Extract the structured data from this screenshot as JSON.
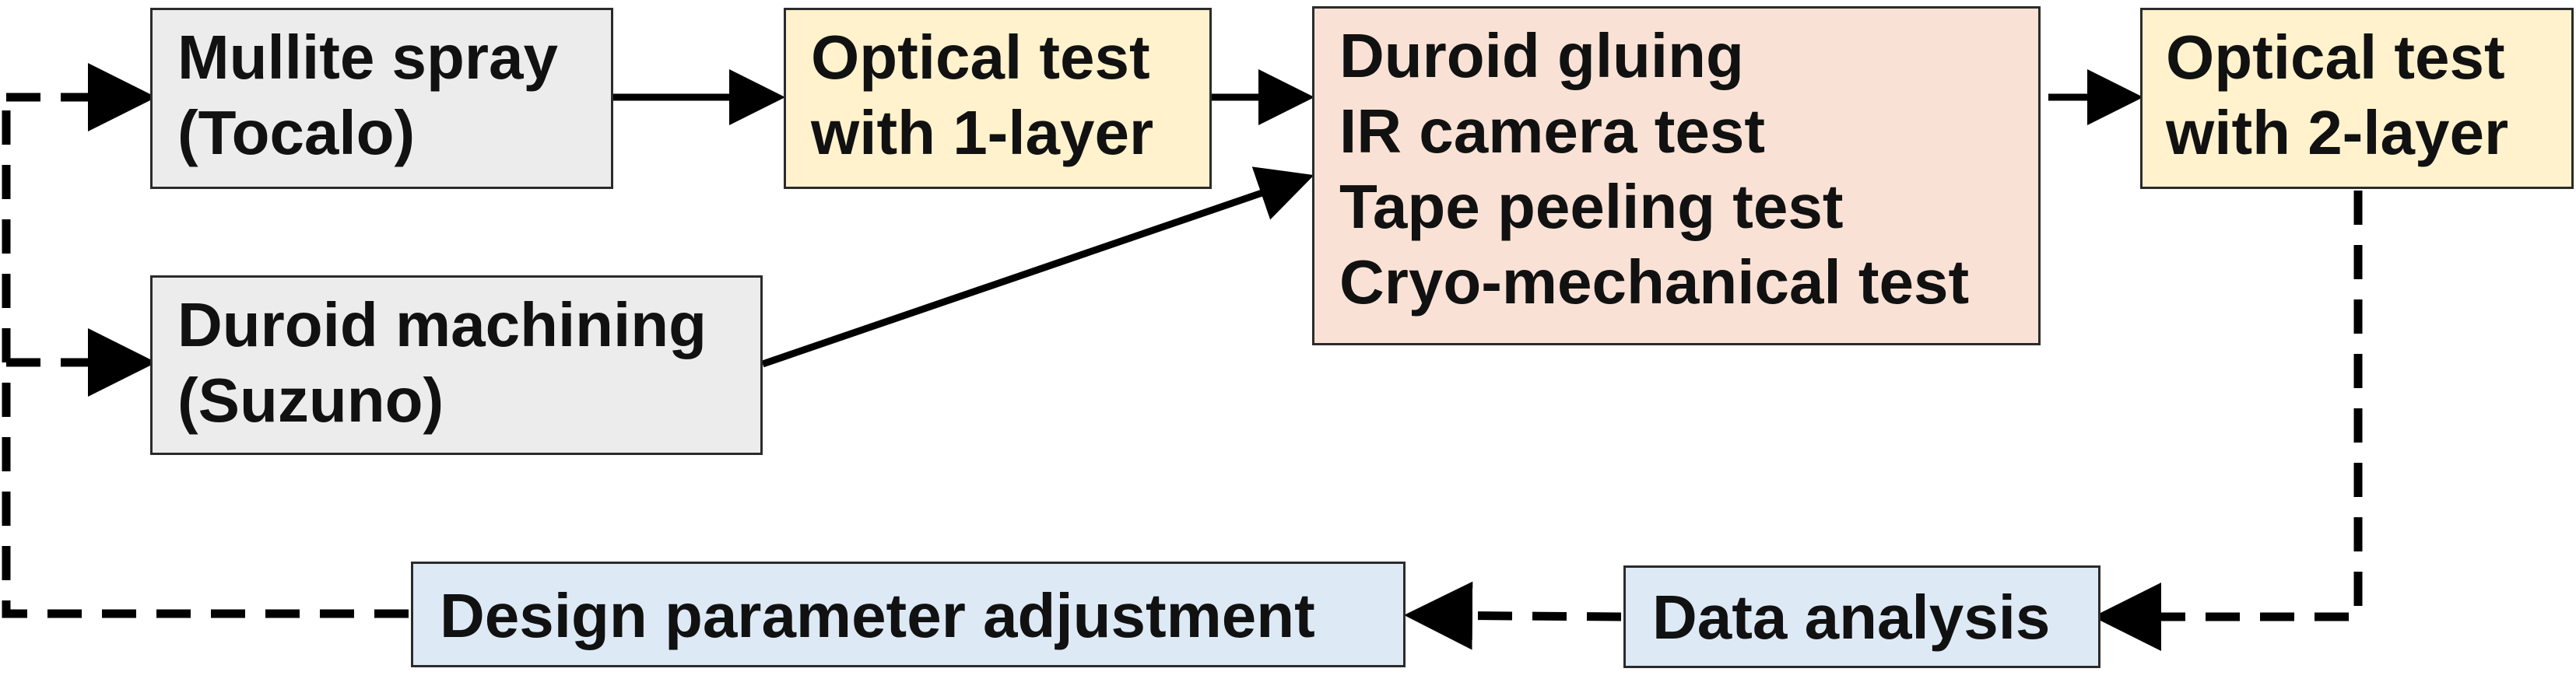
{
  "nodes": {
    "mullite_spray": [
      "Mullite spray",
      "(Tocalo)"
    ],
    "duroid_machining": [
      "Duroid machining",
      "(Suzuno)"
    ],
    "optical_test_1": [
      "Optical test",
      "with 1-layer"
    ],
    "duroid_gluing": [
      "Duroid gluing",
      "IR camera test",
      "Tape peeling test",
      "Cryo-mechanical test"
    ],
    "optical_test_2": [
      "Optical test",
      "with 2-layer"
    ],
    "data_analysis": [
      "Data analysis"
    ],
    "design_adjustment": [
      "Design parameter adjustment"
    ]
  },
  "colors": {
    "gray": "#ececec",
    "yellow": "#fff2cc",
    "peach": "#f9e2d5",
    "blue": "#dde9f5",
    "arrow": "#000000"
  }
}
